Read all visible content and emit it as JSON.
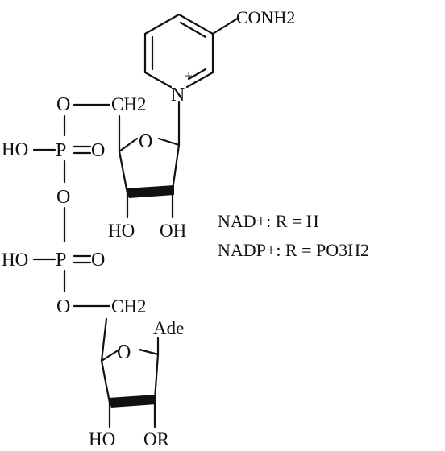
{
  "figure": {
    "nicotinamide": {
      "substituent": "CONH2",
      "ring_nitrogen": "N",
      "charge": "+"
    },
    "ribose_top": {
      "ch2": "CH2",
      "ring_oxygen": "O",
      "hydroxyl_left": "HO",
      "hydroxyl_right": "OH"
    },
    "phosphate_1": {
      "bridge_oxygen_top": "O",
      "hydroxyl": "HO",
      "phosphorus": "P",
      "double_bond_oxygen": "O"
    },
    "bridge_oxygen": "O",
    "phosphate_2": {
      "hydroxyl": "HO",
      "phosphorus": "P",
      "double_bond_oxygen": "O",
      "bridge_oxygen_bottom": "O"
    },
    "ribose_bottom": {
      "ch2": "CH2",
      "ring_oxygen": "O",
      "base": "Ade",
      "hydroxyl_left": "HO",
      "substituent_right": "OR"
    },
    "legend": [
      {
        "molecule": "NAD+",
        "definition": ": R = H"
      },
      {
        "molecule": "NADP+",
        "definition": ": R = PO3H2"
      }
    ]
  }
}
